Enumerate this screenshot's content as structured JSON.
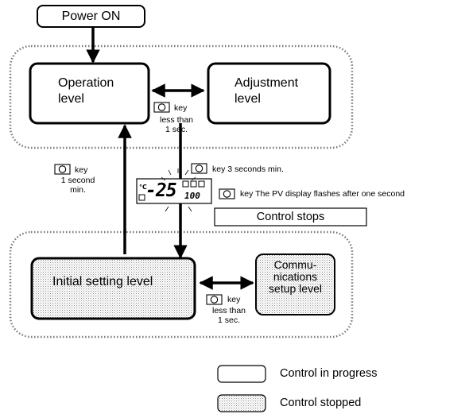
{
  "nodes": {
    "power_on": "Power ON",
    "operation": [
      "Operation",
      "level"
    ],
    "adjustment": [
      "Adjustment",
      "level"
    ],
    "initial_setting": "Initial setting level",
    "communications": [
      "Commu-",
      "nications",
      "setup level"
    ],
    "control_stops": "Control stops"
  },
  "annotations": {
    "key_word": "key",
    "to_adjustment": [
      "less than",
      "1 sec."
    ],
    "to_operation": [
      "1 second",
      "min."
    ],
    "to_initial_3s": "key  3 seconds min.",
    "pv_flashes": "key  The PV display flashes after one second",
    "to_comms": [
      "less than",
      "1 sec."
    ]
  },
  "display": {
    "main_digits": "-25",
    "small_digits": "100"
  },
  "legend": {
    "in_progress": "Control in progress",
    "stopped": "Control stopped"
  }
}
